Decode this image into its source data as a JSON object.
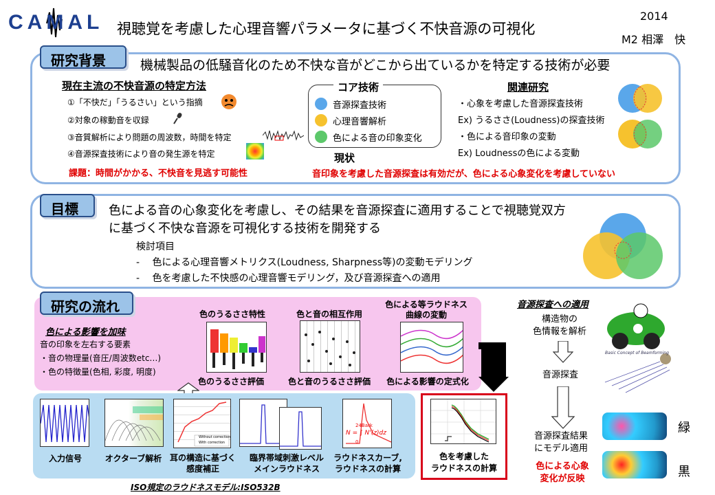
{
  "header": {
    "logo": "CAMAL",
    "title": "視聴覚を考慮した心理音響パラメータに基づく不快音源の可視化",
    "year": "2014",
    "author": "M2 相澤　快"
  },
  "background": {
    "label": "研究背景",
    "lead": "機械製品の低騒音化のため不快な音がどこから出ているかを特定する技術が必要",
    "current_title": "現在主流の不快音源の特定方法",
    "steps": [
      "①「不快だ」「うるさい」という指摘",
      "②対象の稼動音を収録",
      "③音質解析により問題の周波数，時間を特定",
      "④音源探査技術により音の発生源を特定"
    ],
    "issue": "課題：時間がかかる、不快音を見逃す可能性",
    "core_title": "コア技術",
    "core_items": [
      {
        "label": "音源探査技術",
        "color": "#5aa7ea"
      },
      {
        "label": "心理音響解析",
        "color": "#f6c22e"
      },
      {
        "label": "色による音の印象変化",
        "color": "#5cc86a"
      }
    ],
    "status_title": "現状",
    "status_text": "音印象を考慮した音源探査は有効だが、色による心象変化を考慮していない",
    "related_title": "関連研究",
    "related_items": [
      "・心象を考慮した音源探査技術",
      "Ex) うるささ(Loudness)の探査技術",
      "・色による音印象の変動",
      "Ex) Loudnessの色による変動"
    ]
  },
  "goal": {
    "label": "目標",
    "line1": "色による音の心象変化を考慮し、その結果を音源探査に適用することで視聴覚双方",
    "line2": "に基づく不快な音源を可視化する技術を開発する",
    "items_title": "検討項目",
    "items": [
      "-　 色による心理音響メトリクス(Loudness, Sharpness等)の変動モデリング",
      "-　 色を考慮した不快感の心理音響モデリング，及び音源探査への適用"
    ]
  },
  "flow": {
    "label": "研究の流れ",
    "influence_title": "色による影響を加味",
    "influence_items": [
      "音の印象を左右する要素",
      "・音の物理量(音圧/周波数etc…)",
      "・色の特徴量(色相, 彩度, 明度)"
    ],
    "chart_titles": [
      "色のうるささ特性",
      "色と音の相互作用",
      "色による等ラウドネス\n曲線の変動"
    ],
    "chart_captions": [
      "色のうるささ評価",
      "色と音のうるささ評価",
      "色による影響の定式化"
    ],
    "iso_steps": [
      "入力信号",
      "オクターブ解析",
      "耳の構造に基づく\n感度補正",
      "臨界帯域刺激レベル\nメインラウドネス",
      "ラウドネスカーブ,\nラウドネスの計算"
    ],
    "iso_caption": "ISO規定のラウドネスモデル:ISO532B",
    "legend_without": "Without correction",
    "legend_with": "With correction",
    "formula_top": "24Bark",
    "formula_main": "N = ∫ N'(z)dz",
    "formula_bottom": "0",
    "color_loudness": "色を考慮した\nラウドネスの計算",
    "apply_title": "音源探査への適用",
    "apply_steps": [
      "構造物の\n色情報を解析",
      "音源探査",
      "音源探査結果\nにモデル適用"
    ],
    "apply_result": "色による心象\n変化が反映",
    "beamforming_label": "Basic Concept of Beamforming",
    "car_labels": [
      "緑",
      "黒"
    ]
  }
}
